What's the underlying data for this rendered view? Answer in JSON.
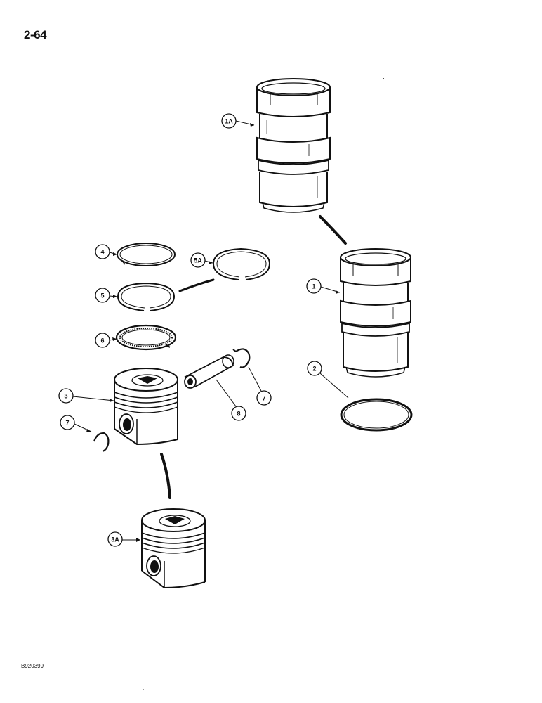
{
  "page": {
    "number": "2-64",
    "figure_code": "B920399"
  },
  "callouts": {
    "c1a": "1A",
    "c1": "1",
    "c2": "2",
    "c3": "3",
    "c3a": "3A",
    "c4": "4",
    "c5": "5",
    "c5a": "5A",
    "c6": "6",
    "c7_left": "7",
    "c7_right": "7",
    "c8": "8"
  }
}
